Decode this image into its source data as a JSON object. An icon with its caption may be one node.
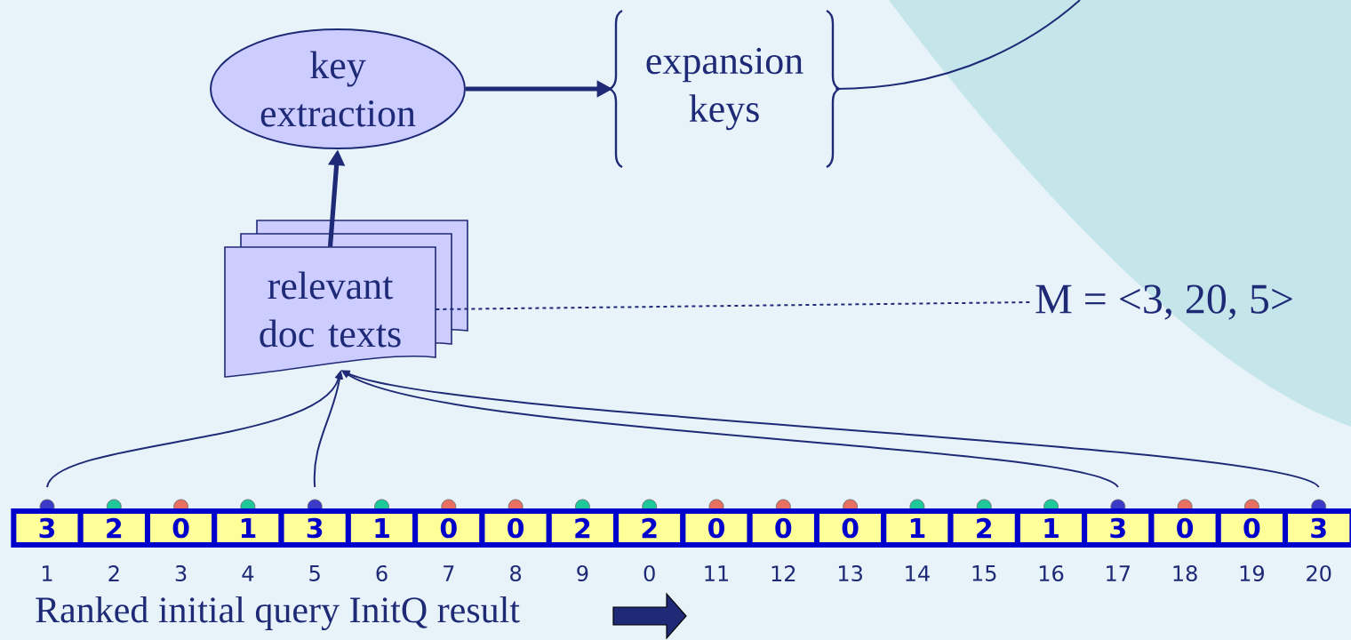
{
  "diagram": {
    "nodes": [
      {
        "text": [
          "key extraction"
        ]
      },
      {
        "text": [
          "expansion keys"
        ]
      },
      {
        "text": [
          "relevant doc texts"
        ]
      },
      {
        "text": [
          "M = <3, 20, 5>"
        ]
      },
      {
        "text": [
          "3"
        ],
        "beside": [
          "1"
        ]
      },
      {
        "text": [
          "2"
        ],
        "beside": [
          "2"
        ]
      },
      {
        "text": [
          "0"
        ],
        "beside": [
          "3"
        ]
      },
      {
        "text": [
          "1"
        ],
        "beside": [
          "4"
        ]
      },
      {
        "text": [
          "3"
        ],
        "beside": [
          "5"
        ]
      },
      {
        "text": [
          "1"
        ],
        "beside": [
          "6"
        ]
      },
      {
        "text": [
          "0"
        ],
        "beside": [
          "7"
        ]
      },
      {
        "text": [
          "0"
        ],
        "beside": [
          "8"
        ]
      },
      {
        "text": [
          "2"
        ],
        "beside": [
          "9"
        ]
      },
      {
        "text": [
          "2"
        ],
        "beside": [
          "0"
        ]
      },
      {
        "text": [
          "0"
        ],
        "beside": [
          "11"
        ]
      },
      {
        "text": [
          "0"
        ],
        "beside": [
          "12"
        ]
      },
      {
        "text": [
          "0"
        ],
        "beside": [
          "13"
        ]
      },
      {
        "text": [
          "1"
        ],
        "beside": [
          "14"
        ]
      },
      {
        "text": [
          "2"
        ],
        "beside": [
          "15"
        ]
      },
      {
        "text": [
          "1"
        ],
        "beside": [
          "16"
        ]
      },
      {
        "text": [
          "3"
        ],
        "beside": [
          "17"
        ]
      },
      {
        "text": [
          "0"
        ],
        "beside": [
          "18"
        ]
      },
      {
        "text": [
          "0"
        ],
        "beside": [
          "19"
        ]
      },
      {
        "text": [
          "3"
        ],
        "beside": [
          "20"
        ]
      }
    ],
    "edges": [
      {
        "from": 2,
        "to": 0,
        "arrow": "to",
        "style": "thick"
      },
      {
        "from": 0,
        "to": 1,
        "arrow": "to",
        "style": "thick"
      },
      {
        "from": 1,
        "to": null,
        "arrow": "none"
      },
      {
        "from": 2,
        "to": 3,
        "arrow": "none",
        "style": "dashed"
      },
      {
        "from": 4,
        "to": 2,
        "arrow": "to"
      },
      {
        "from": 8,
        "to": 2,
        "arrow": "to"
      },
      {
        "from": 20,
        "to": 2,
        "arrow": "to"
      },
      {
        "from": 23,
        "to": 2,
        "arrow": "to"
      }
    ],
    "labels": [
      "Ranked initial query InitQ result"
    ]
  }
}
